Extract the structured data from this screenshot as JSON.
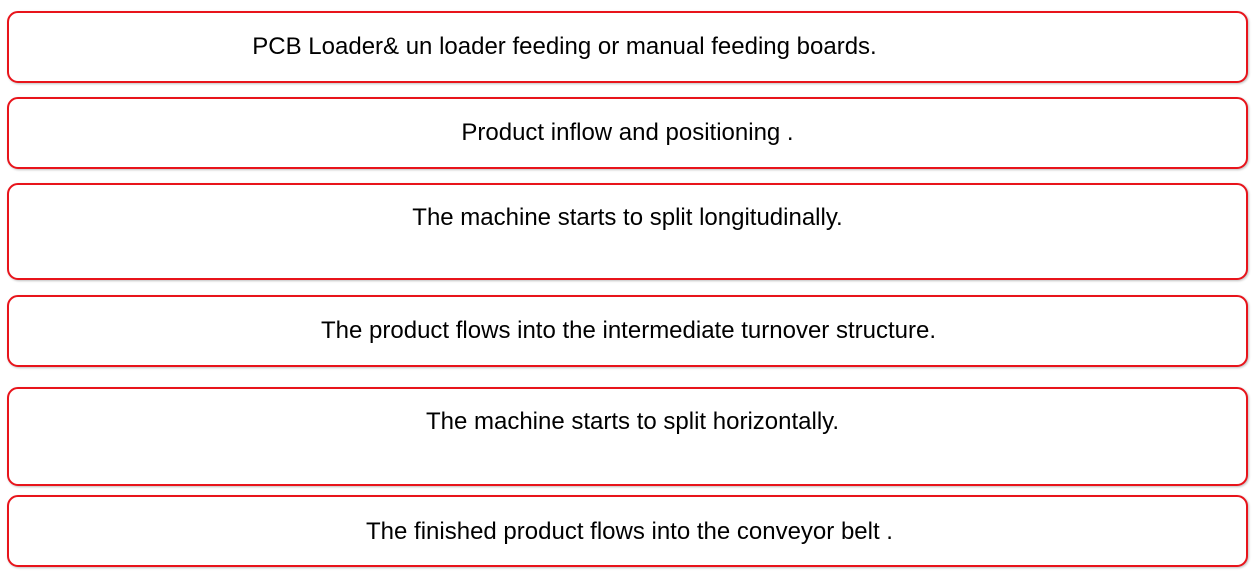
{
  "steps": [
    {
      "label": "PCB Loader& un loader feeding or manual feeding boards."
    },
    {
      "label": "Product inflow and positioning ."
    },
    {
      "label": "The machine starts to split longitudinally."
    },
    {
      "label": "The product flows into the intermediate turnover structure."
    },
    {
      "label": "The machine starts to split horizontally."
    },
    {
      "label": "The finished product flows into the conveyor belt ."
    }
  ],
  "colors": {
    "border": "#e8141b",
    "background": "#ffffff",
    "text": "#000000"
  }
}
